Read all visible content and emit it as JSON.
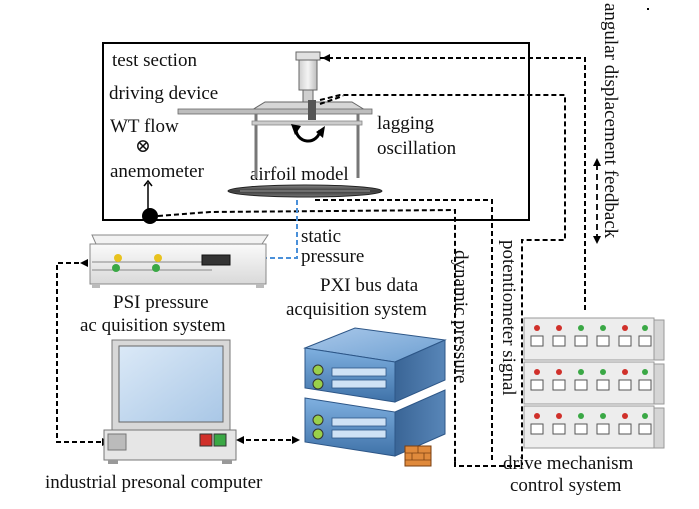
{
  "labels": {
    "test_section": "test section",
    "driving_device": "driving device",
    "wt_flow": "WT flow",
    "flow_symbol": "⊗",
    "anemometer": "anemometer",
    "lagging_1": "lagging",
    "lagging_2": "oscillation",
    "airfoil_model": "airfoil model",
    "static_1": "static",
    "static_2": "pressure",
    "psi_1": "PSI pressure",
    "psi_2": "ac quisition system",
    "pxi_1": "PXI bus data",
    "pxi_2": "acquisition system",
    "dynamic_pressure": "dynamic pressure",
    "potentiometer_signal": "potentiometer signal",
    "angular_feedback": "angular displacement feedback",
    "computer": "industrial presonal computer",
    "drive_1": "drive mechanism",
    "drive_2": "control system"
  },
  "colors": {
    "static_line": "#4a90d9",
    "server_blue": "#5b8fc7",
    "led_red": "#d0302a",
    "led_green": "#3aa845",
    "led_yellow": "#e8c21e"
  }
}
